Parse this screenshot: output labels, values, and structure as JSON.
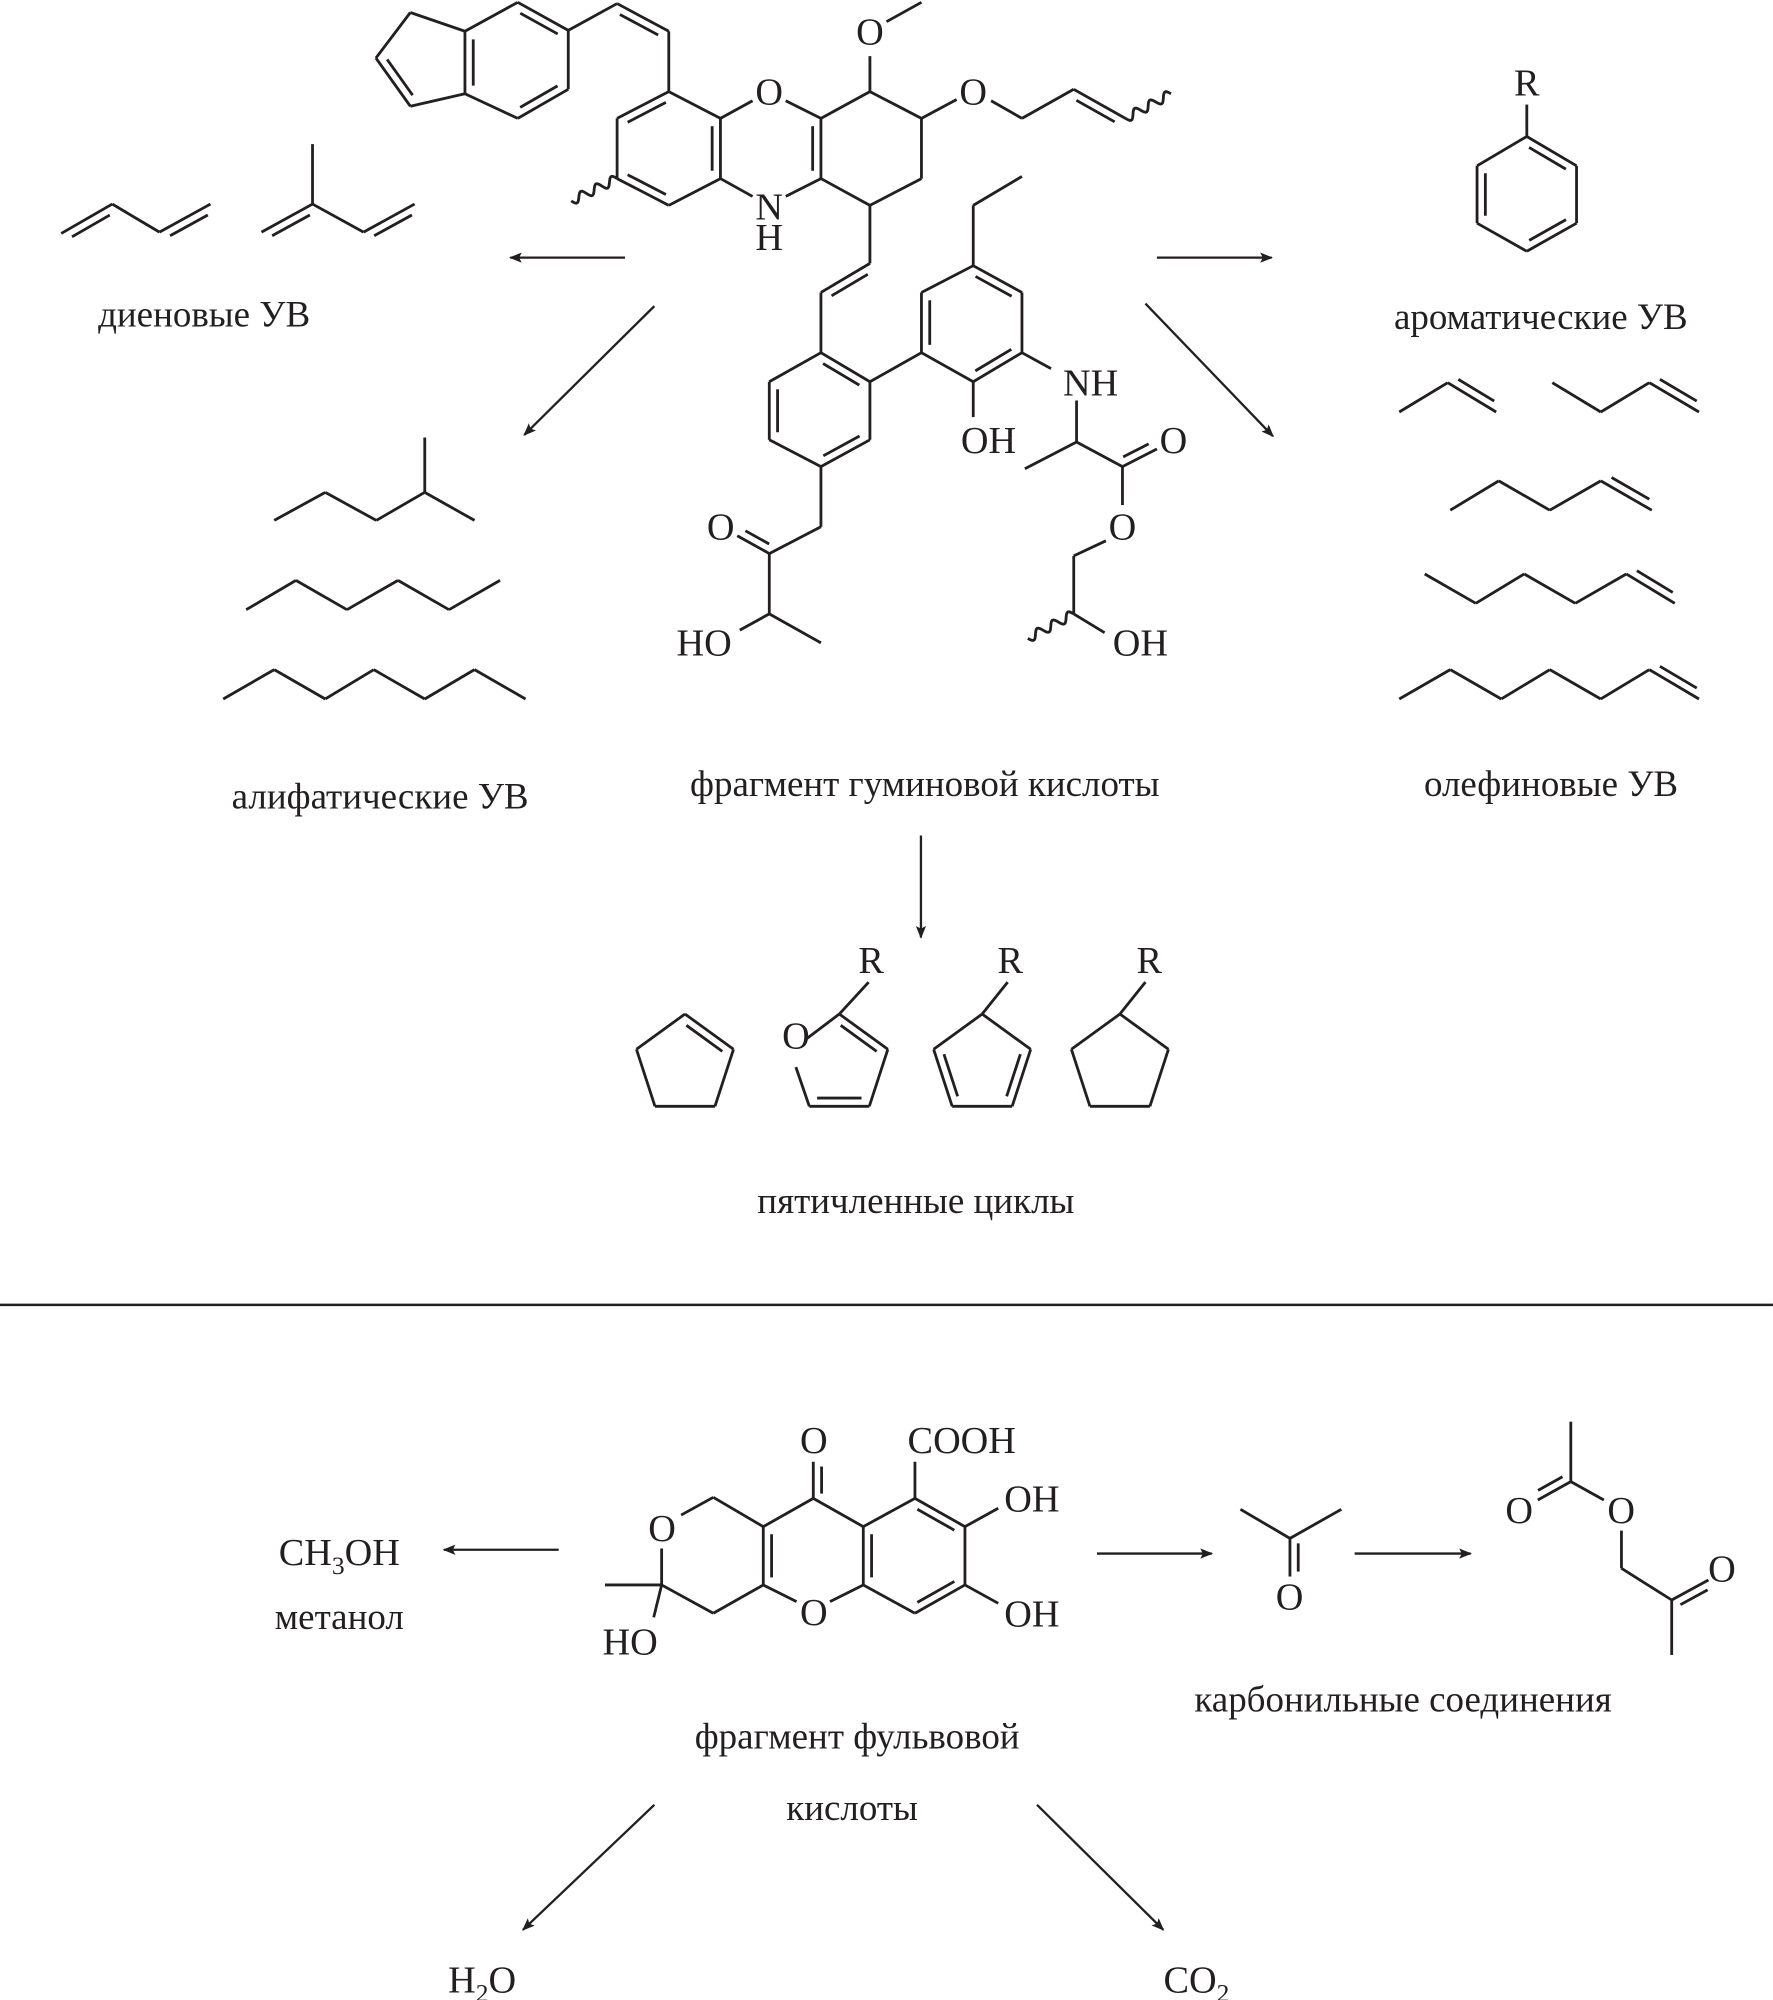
{
  "colors": {
    "ink": "#231f20",
    "background": "#ffffff"
  },
  "humic_fragment": {
    "label": "фрагмент гуминовой кислоты",
    "atoms": [
      "O",
      "N",
      "H",
      "O",
      "O",
      "O",
      "HO",
      "OH",
      "NH",
      "O",
      "O",
      "OH"
    ]
  },
  "products_top": {
    "dienes": {
      "label": "диеновые УВ"
    },
    "aliphatic": {
      "label": "алифатические УВ"
    },
    "aromatic": {
      "label": "ароматические УВ",
      "substituent": "R"
    },
    "olefins": {
      "label": "олефиновые УВ"
    },
    "five_membered": {
      "label": "пятичленные циклы",
      "substituent": "R",
      "furan_atom": "O"
    }
  },
  "fulvic_fragment": {
    "label_line1": "фрагмент фульвовой",
    "label_line2": "кислоты",
    "atoms": [
      "O",
      "HO",
      "O",
      "O",
      "COOH",
      "OH",
      "OH"
    ]
  },
  "products_bottom": {
    "methanol": {
      "formula_parts": [
        "CH",
        "3",
        "OH"
      ],
      "label": "метанол"
    },
    "carbonyl": {
      "label": "карбонильные соединения",
      "atoms": [
        "O",
        "O",
        "O",
        "O"
      ]
    },
    "water": {
      "formula_parts": [
        "H",
        "2",
        "O"
      ]
    },
    "carbon_dioxide": {
      "formula_parts": [
        "CO",
        "2"
      ]
    }
  }
}
